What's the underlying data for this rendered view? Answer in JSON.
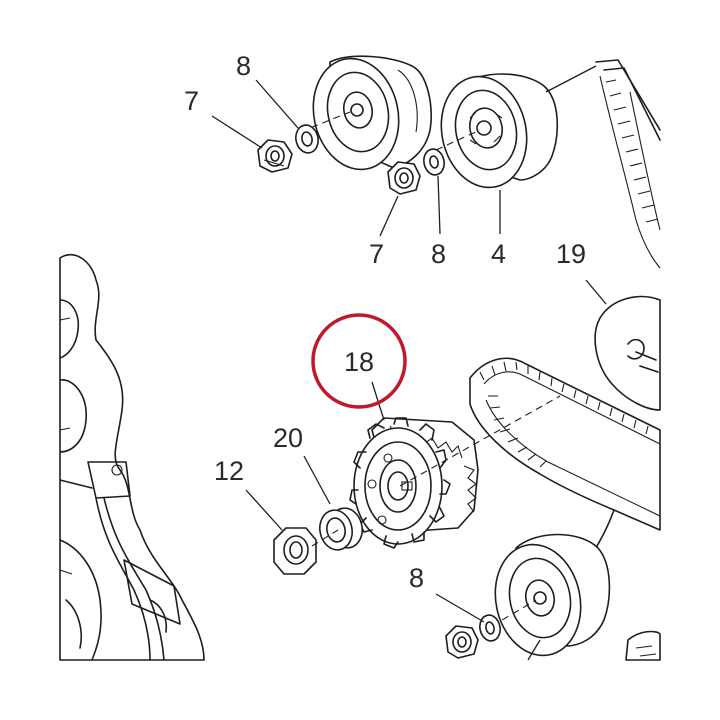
{
  "labels": {
    "top_washer_8": "8",
    "top_nut_7": "7",
    "mid_nut_7": "7",
    "mid_washer_8": "8",
    "idler_4": "4",
    "cover_19": "19",
    "sprocket_18": "18",
    "spacer_20": "20",
    "nut_12": "12",
    "bottom_washer_8": "8"
  },
  "colors": {
    "line": "#1e1e1e",
    "label": "#2a2a2a",
    "highlight": "#c0192c"
  },
  "highlighted_part": "18"
}
